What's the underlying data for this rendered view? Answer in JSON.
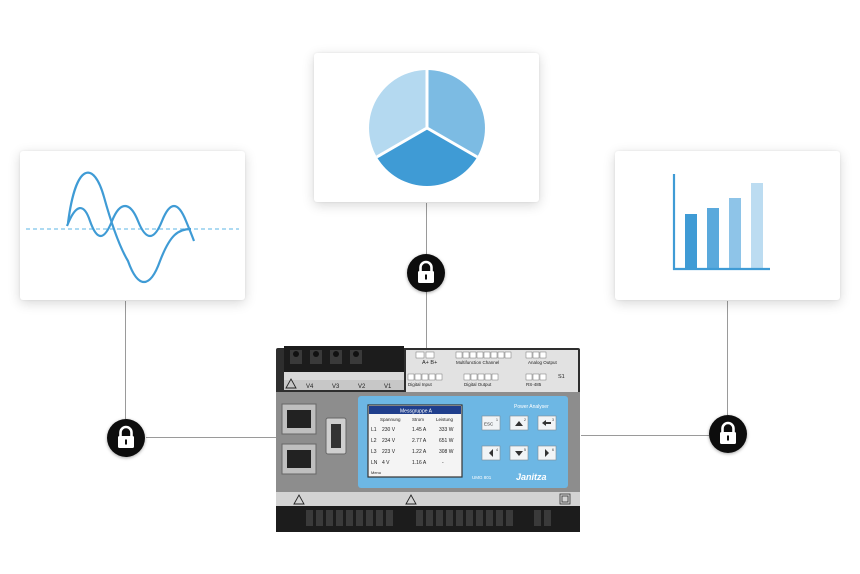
{
  "device": {
    "brand": "Janitza",
    "product": "Power Analyser",
    "model": "UMG 801",
    "top_labels": {
      "rs485_top": "A+   B+",
      "multifunction_channel": "Multifunction Channel",
      "analog_output": "Analog Output",
      "digital_input": "Digital Input",
      "digital_output": "Digital Output",
      "rs485": "RS-485",
      "s1": "S1",
      "voltage_inputs": [
        "V4",
        "V3",
        "V2",
        "V1"
      ]
    },
    "screen": {
      "title": "Messgruppe A",
      "columns": [
        "Spannung",
        "Strom",
        "Leistung"
      ],
      "rows": [
        {
          "label": "L1",
          "values": [
            "230 V",
            "1.45 A",
            "333 W"
          ]
        },
        {
          "label": "L2",
          "values": [
            "234 V",
            "2.77 A",
            "651 W"
          ]
        },
        {
          "label": "L3",
          "values": [
            "223 V",
            "1.22 A",
            "308 W"
          ]
        },
        {
          "label": "LN",
          "values": [
            "4 V",
            "1.16 A",
            "-"
          ]
        }
      ],
      "footer": "Menu"
    },
    "buttons": [
      {
        "number": "1",
        "label": "ESC"
      },
      {
        "number": "2",
        "label": ""
      },
      {
        "number": "3",
        "label": ""
      },
      {
        "number": "4",
        "label": ""
      },
      {
        "number": "5",
        "label": ""
      },
      {
        "number": "6",
        "label": ""
      }
    ]
  },
  "icons": {
    "left_card": "waveform-icon",
    "center_card": "pie-chart-icon",
    "right_card": "bar-chart-icon",
    "connector": "lock-icon"
  },
  "colors": {
    "dark_blue": "#3f9bd5",
    "mid_blue": "#7cbbe3",
    "light_blue": "#b4d9f0",
    "device_panel": "#6db7e4",
    "device_body": "#2f2f2f",
    "lock": "#0d0d0d"
  }
}
